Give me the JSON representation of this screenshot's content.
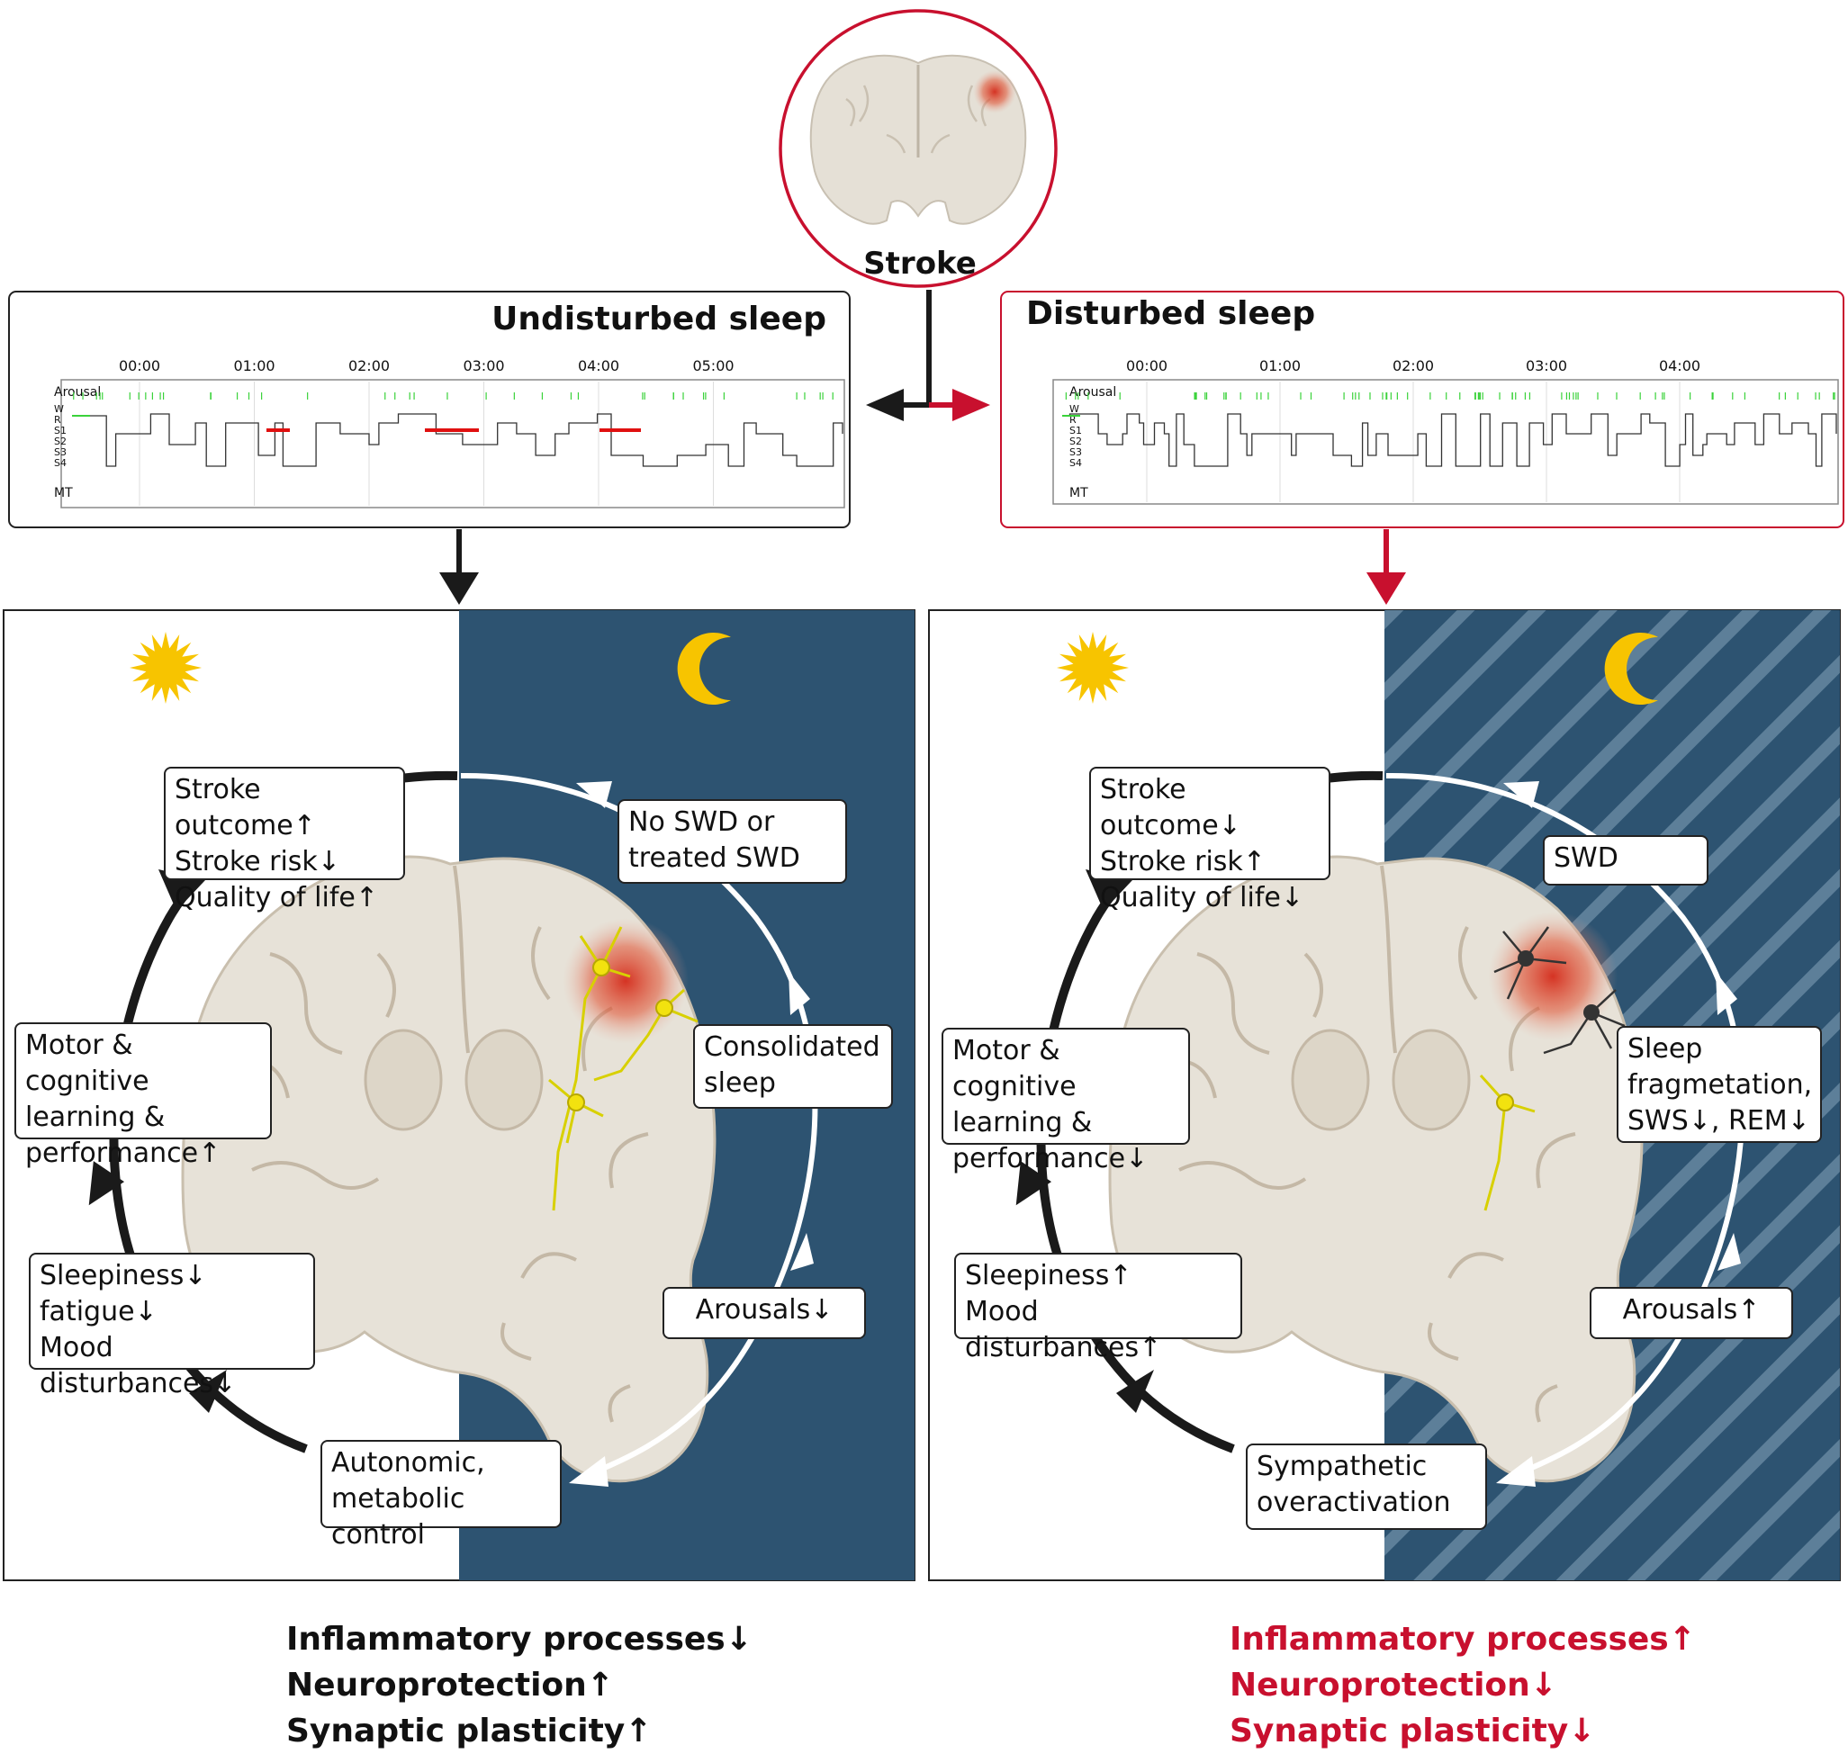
{
  "stroke_label": "Stroke",
  "left": {
    "title": "Undisturbed sleep",
    "times": [
      "00:00",
      "01:00",
      "02:00",
      "03:00",
      "04:00",
      "05:00"
    ],
    "hypno_labels": [
      "Arousal",
      "W",
      "R",
      "S1",
      "S2",
      "S3",
      "S4",
      "MT"
    ],
    "cycle": {
      "top": "Stroke outcome↑\nStroke risk↓\nQuality of life↑",
      "n1": "No SWD or\ntreated SWD",
      "n2": "Consolidated\nsleep",
      "n3": "Arousals↓",
      "bottom": "Autonomic,\nmetabolic control",
      "d1": "Sleepiness↓\nfatigue↓\nMood disturbances↓",
      "d2": "Motor & cognitive\nlearning &\nperformance↑"
    },
    "effects": [
      "Inflammatory processes↓",
      "Neuroprotection↑",
      "Synaptic plasticity↑"
    ]
  },
  "right": {
    "title": "Disturbed sleep",
    "times": [
      "00:00",
      "01:00",
      "02:00",
      "03:00",
      "04:00"
    ],
    "hypno_labels": [
      "Arousal",
      "W",
      "R",
      "S1",
      "S2",
      "S3",
      "S4",
      "MT"
    ],
    "cycle": {
      "top": "Stroke outcome↓\nStroke risk↑\nQuality of life↓",
      "n1": "SWD",
      "n2": "Sleep\nfragmetation,\nSWS↓, REM↓",
      "n3": "Arousals↑",
      "bottom": "Sympathetic\noveractivation",
      "d1": "Sleepiness↑\nMood disturbances↑",
      "d2": "Motor & cognitive\nlearning &\nperformance↓"
    },
    "effects": [
      "Inflammatory processes↑",
      "Neuroprotection↓",
      "Synaptic plasticity↓"
    ]
  },
  "colors": {
    "night": "#2d5371",
    "accent_red": "#c8102e",
    "sun": "#f7c400",
    "arrow_dark": "#1a1a1a"
  }
}
